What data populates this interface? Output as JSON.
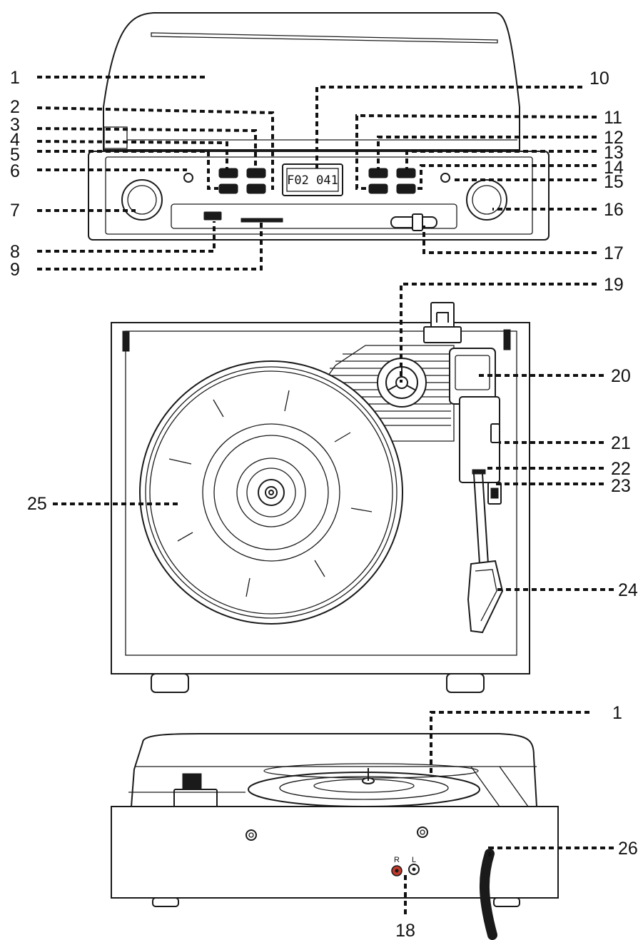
{
  "callouts": {
    "c1_top": "1",
    "c2": "2",
    "c3": "3",
    "c4": "4",
    "c5": "5",
    "c6": "6",
    "c7": "7",
    "c8": "8",
    "c9": "9",
    "c10": "10",
    "c11": "11",
    "c12": "12",
    "c13": "13",
    "c14": "14",
    "c15": "15",
    "c16": "16",
    "c17": "17",
    "c19": "19",
    "c20": "20",
    "c21": "21",
    "c22": "22",
    "c23": "23",
    "c24": "24",
    "c25": "25",
    "c1_rear": "1",
    "c26": "26",
    "c18": "18"
  },
  "display": {
    "text": "F02 041"
  },
  "rear_jacks": {
    "right": "R",
    "left": "L"
  }
}
